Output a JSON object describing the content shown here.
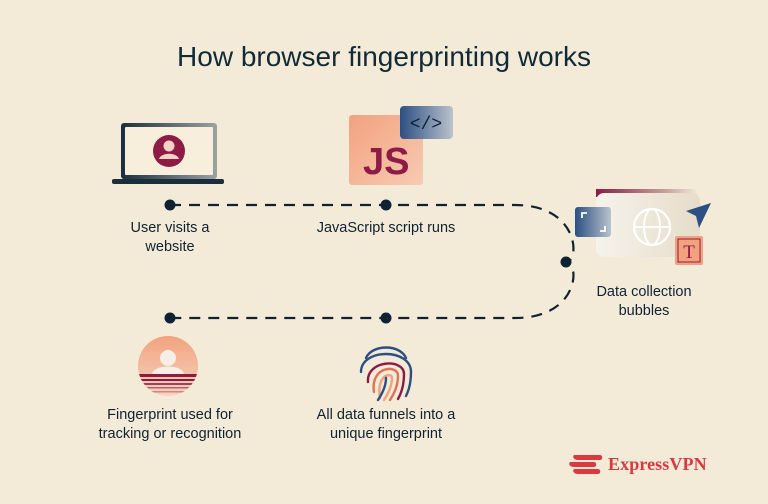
{
  "title": "How browser fingerprinting works",
  "colors": {
    "background": "#f3ebd7",
    "text": "#0f2233",
    "brand": "#da3940",
    "js_text": "#8e1a46"
  },
  "steps": [
    {
      "lines": [
        "User visits a",
        "website"
      ],
      "icon": "laptop-user-icon"
    },
    {
      "lines": [
        "JavaScript script runs"
      ],
      "icon": "javascript-icon",
      "icon_text": "JS",
      "code_badge": "</>"
    },
    {
      "lines": [
        "Data collection",
        "bubbles"
      ],
      "icon": "data-collection-icon",
      "icon_text": "T"
    },
    {
      "lines": [
        "All data funnels into a",
        "unique fingerprint"
      ],
      "icon": "fingerprint-icon"
    },
    {
      "lines": [
        "Fingerprint used for",
        "tracking or recognition"
      ],
      "icon": "profile-tracking-icon"
    }
  ],
  "brand": {
    "name": "ExpressVPN",
    "icon": "expressvpn-logo-icon"
  }
}
